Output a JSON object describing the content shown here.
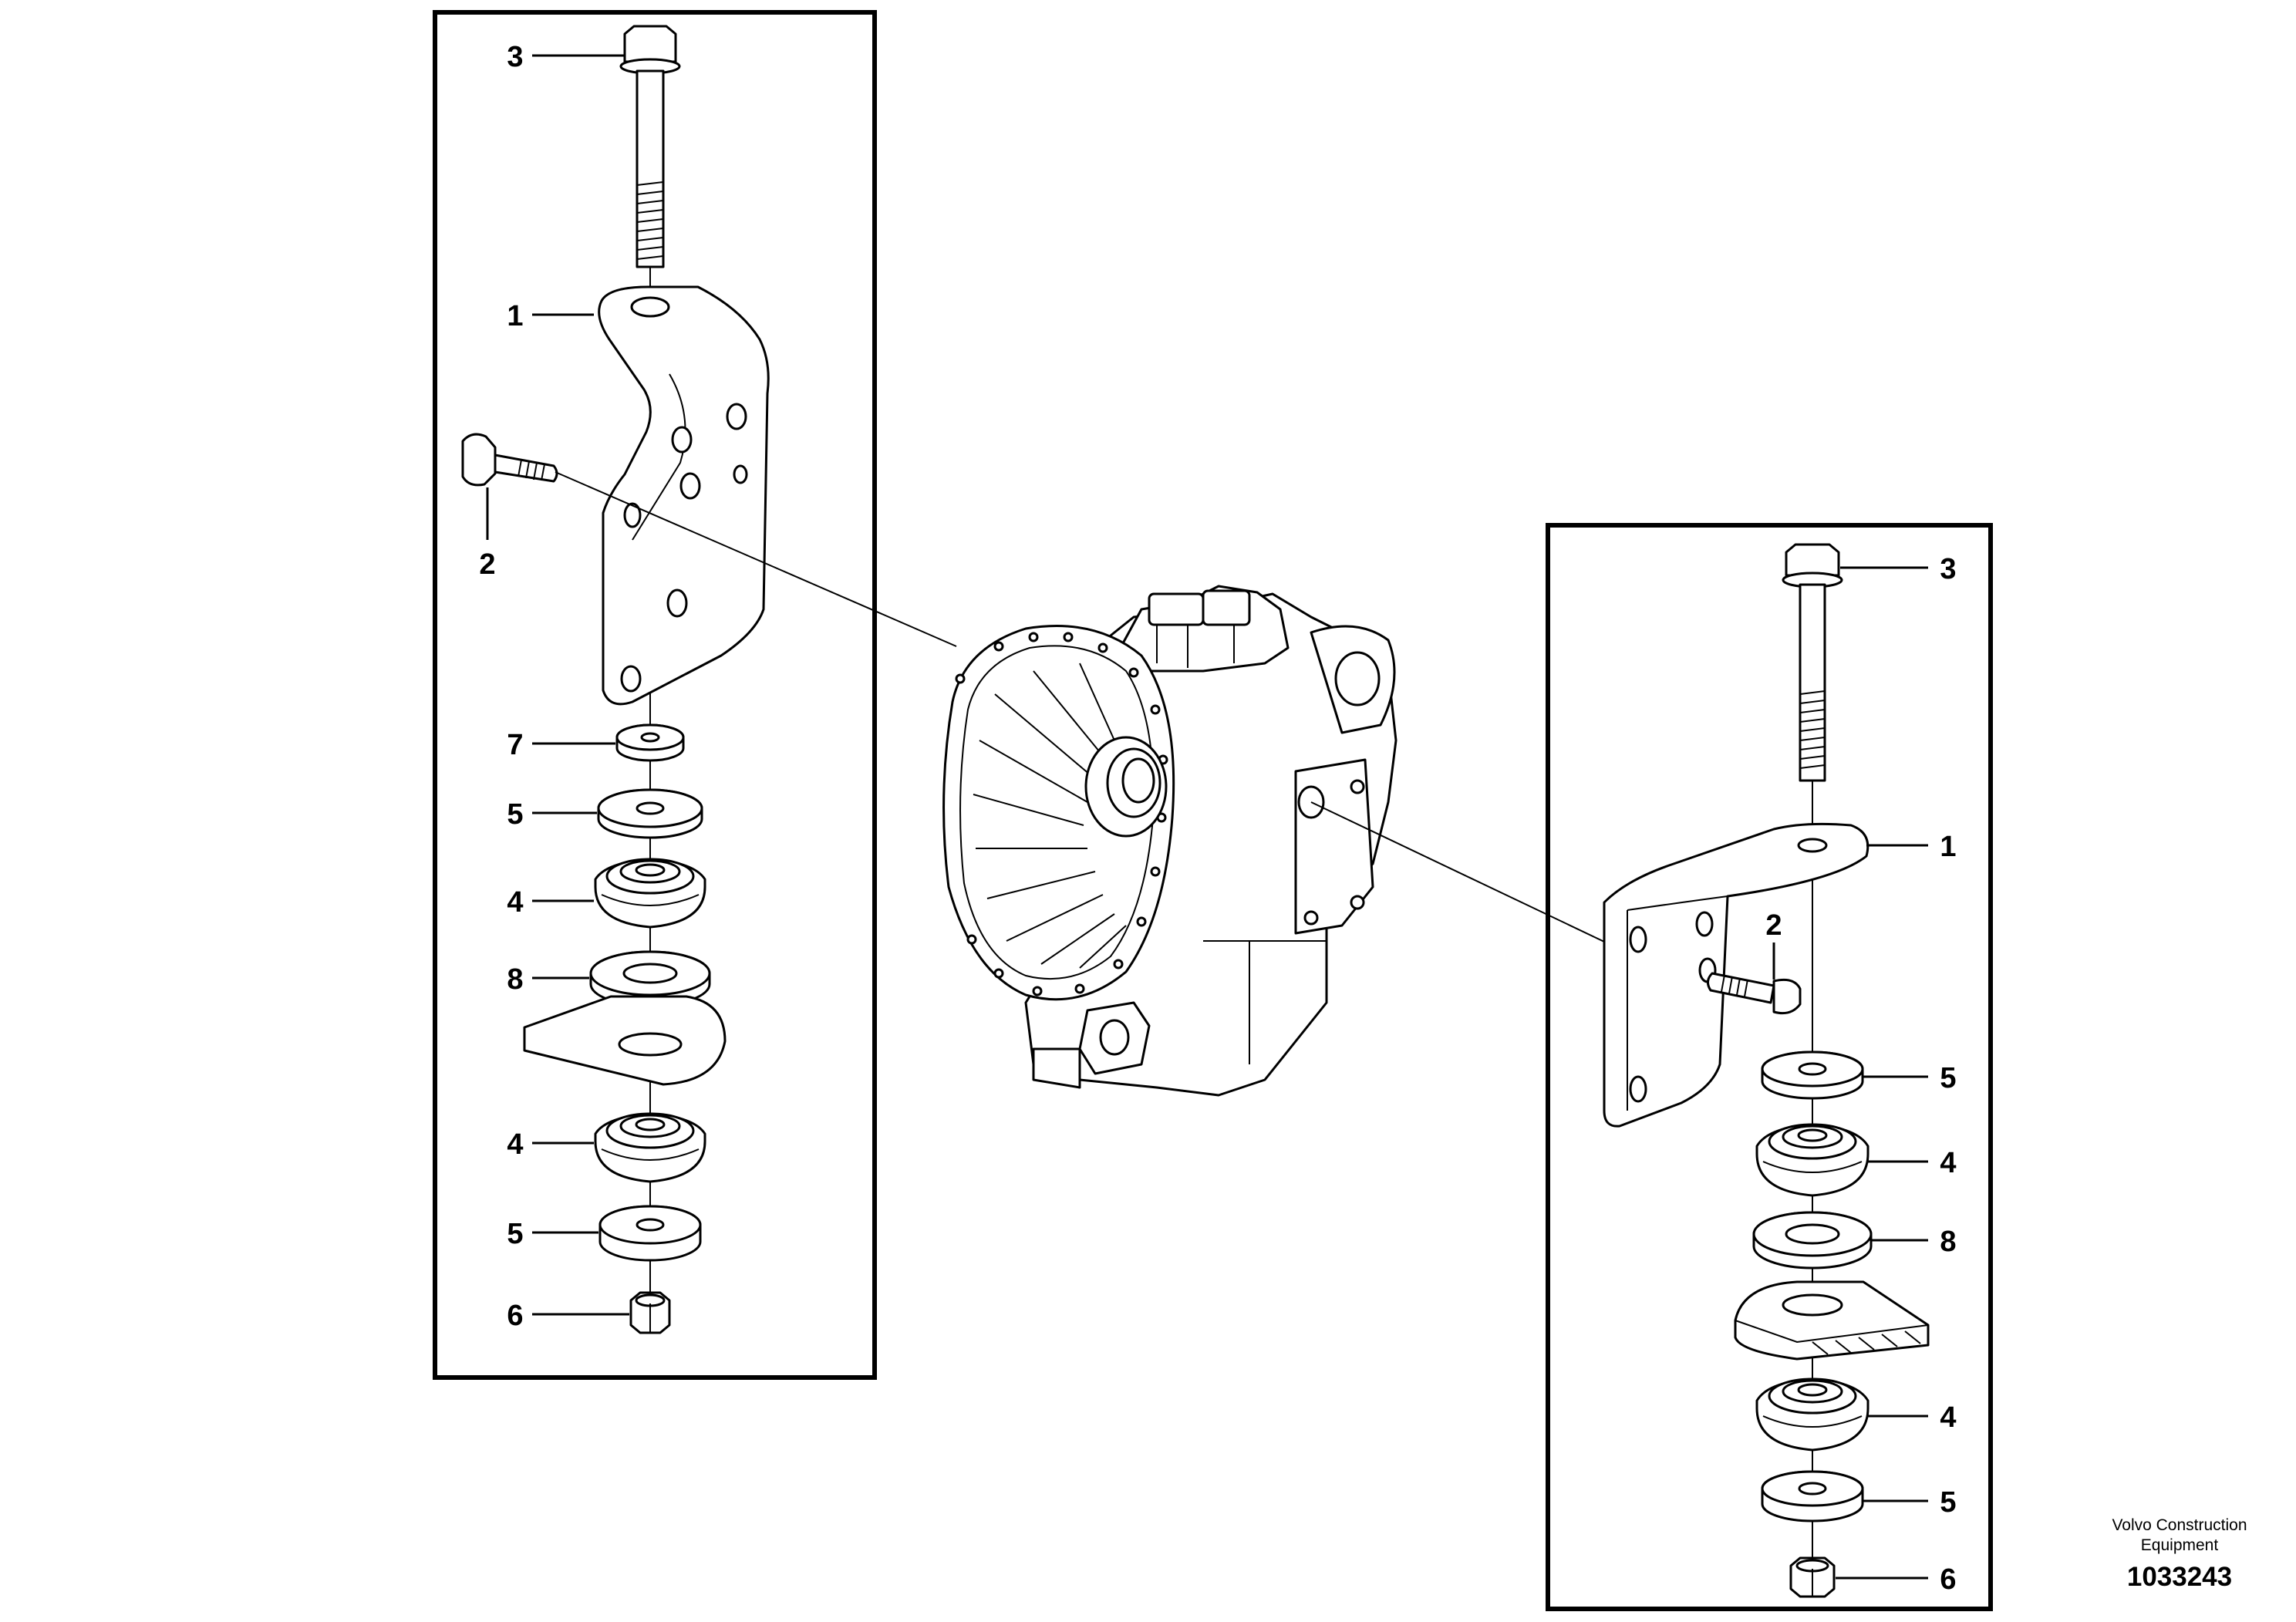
{
  "left_assembly": {
    "callouts": {
      "bolt_top": "3",
      "bracket": "1",
      "side_bolt": "2",
      "washer_small": "7",
      "washer_upper": "5",
      "rubber_upper": "4",
      "spacer_ring": "8",
      "rubber_lower": "4",
      "washer_lower": "5",
      "nut": "6"
    }
  },
  "right_assembly": {
    "callouts": {
      "bolt_top": "3",
      "bracket": "1",
      "side_bolt": "2",
      "washer_upper": "5",
      "rubber_upper": "4",
      "spacer_ring": "8",
      "rubber_lower": "4",
      "washer_lower": "5",
      "nut": "6"
    }
  },
  "footer": {
    "publisher_line1": "Volvo Construction",
    "publisher_line2": "Equipment",
    "document_number": "1033243"
  }
}
